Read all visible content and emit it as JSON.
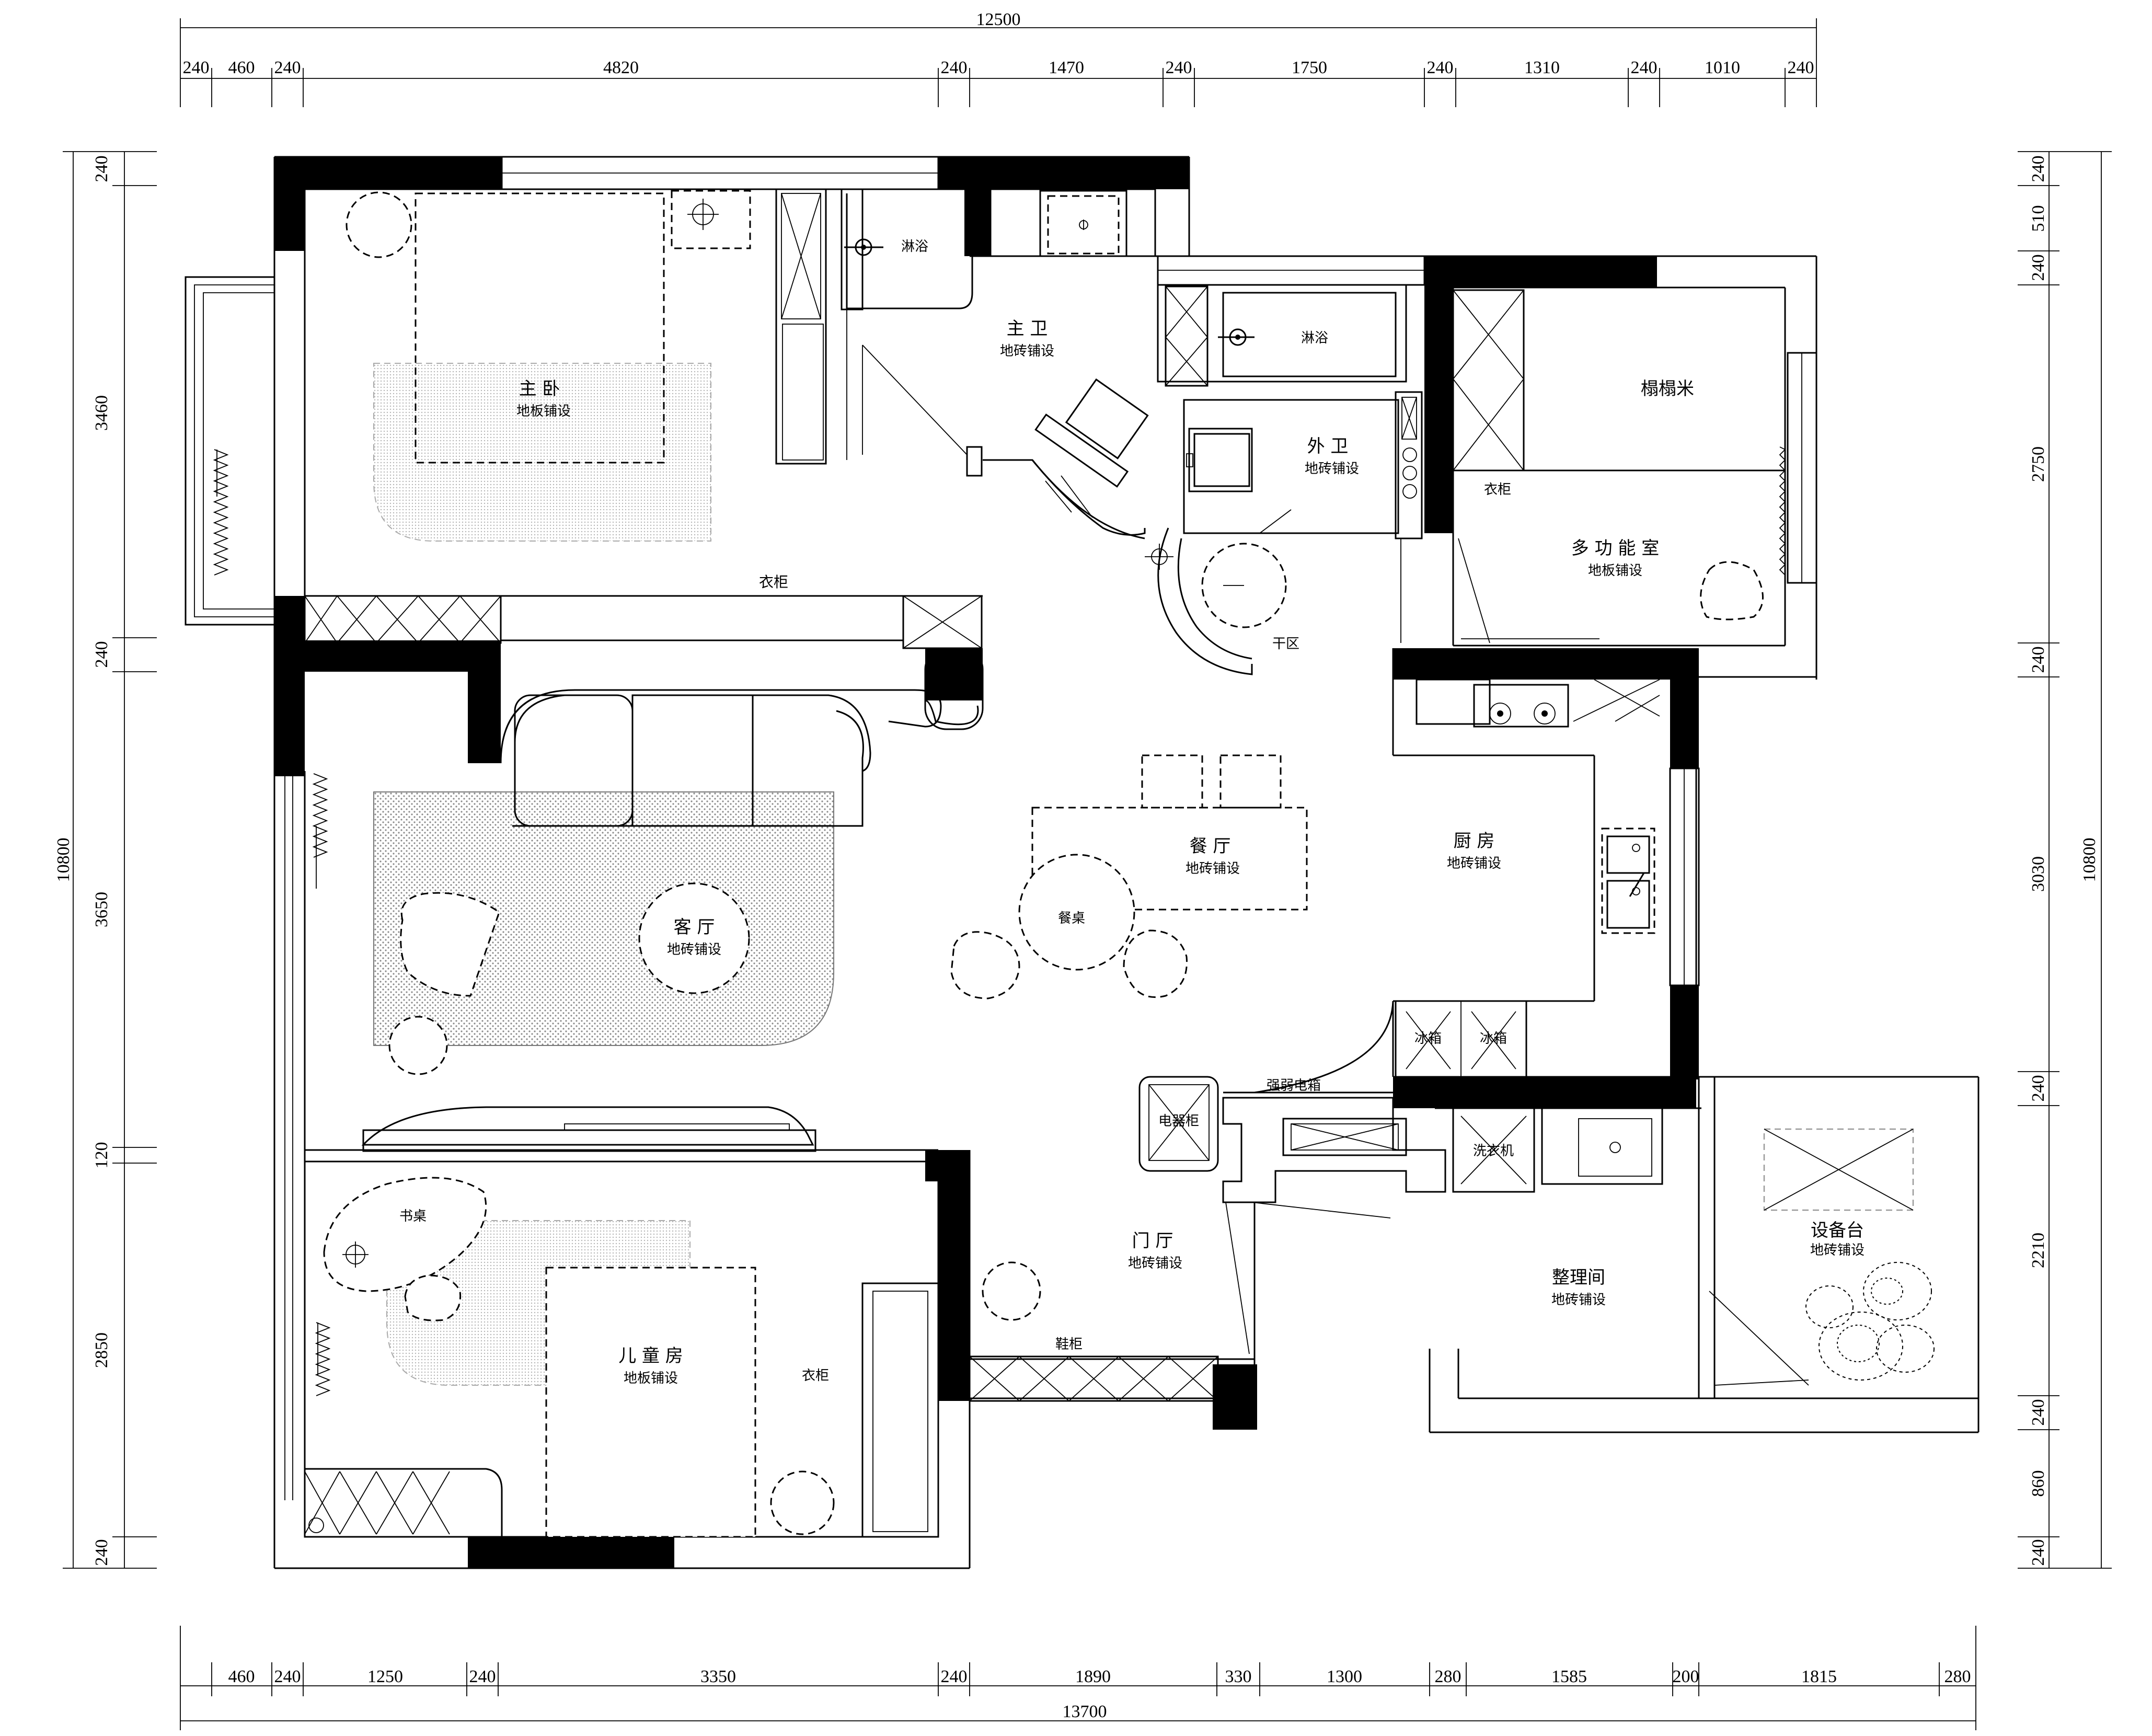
{
  "rooms": {
    "master_bedroom": {
      "name": "主 卧",
      "floor": "地板铺设"
    },
    "master_bath": {
      "name": "主 卫",
      "floor": "地砖铺设"
    },
    "shower_1": "淋浴",
    "shower_2": "淋浴",
    "guest_bath": {
      "name": "外 卫",
      "floor": "地砖铺设"
    },
    "tatami": "榻榻米",
    "wardrobe_multi": "衣柜",
    "multi_room": {
      "name": "多 功 能 室",
      "floor": "地板铺设"
    },
    "dry_zone": "干区",
    "wardrobe_master": "衣柜",
    "living_room": {
      "name": "客 厅",
      "floor": "地砖铺设"
    },
    "dining_room": {
      "name": "餐 厅",
      "floor": "地砖铺设"
    },
    "dining_table": "餐桌",
    "kitchen": {
      "name": "厨 房",
      "floor": "地砖铺设"
    },
    "fridge_1": "冰箱",
    "fridge_2": "冰箱",
    "weak_box": "强弱电箱",
    "appliance_cabinet": "电器柜",
    "washer": "洗衣机",
    "desk": "书桌",
    "kids_room": {
      "name": "儿 童 房",
      "floor": "地板铺设"
    },
    "wardrobe_kids": "衣柜",
    "foyer": {
      "name": "门 厅",
      "floor": "地砖铺设"
    },
    "shoe_cabinet": "鞋柜",
    "utility_room": {
      "name": "整理间",
      "floor": "地砖铺设"
    },
    "equipment_platform": {
      "name": "设备台",
      "floor": "地砖铺设"
    }
  },
  "dimensions": {
    "top_total": "12500",
    "top": [
      "240",
      "460",
      "240",
      "4820",
      "240",
      "1470",
      "240",
      "1750",
      "240",
      "1310",
      "240",
      "1010",
      "240"
    ],
    "bottom_total": "13700",
    "bottom": [
      "460",
      "240",
      "1250",
      "240",
      "3350",
      "240",
      "1890",
      "330",
      "1300",
      "280",
      "1585",
      "200",
      "1815",
      "280"
    ],
    "left_total": "10800",
    "left": [
      "240",
      "3460",
      "240",
      "3650",
      "120",
      "2850",
      "240"
    ],
    "right_total": "10800",
    "right": [
      "240",
      "510",
      "240",
      "2750",
      "240",
      "3030",
      "240",
      "2210",
      "240",
      "860",
      "240"
    ]
  }
}
